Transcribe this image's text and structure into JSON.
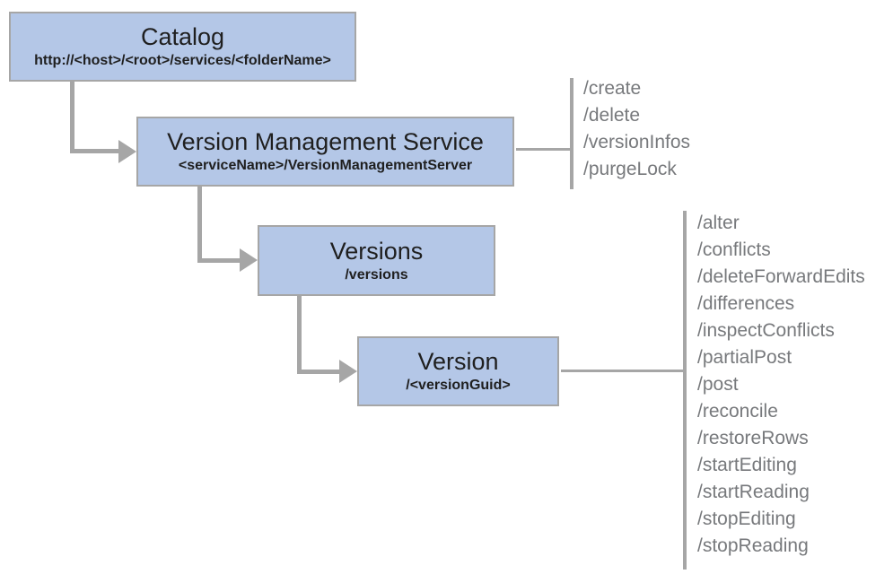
{
  "diagram": {
    "nodes": {
      "catalog": {
        "title": "Catalog",
        "subtitle": "http://<host>/<root>/services/<folderName>"
      },
      "version_management_service": {
        "title": "Version Management Service",
        "subtitle": "<serviceName>/VersionManagementServer",
        "operations": [
          "/create",
          "/delete",
          "/versionInfos",
          "/purgeLock"
        ]
      },
      "versions": {
        "title": "Versions",
        "subtitle": "/versions"
      },
      "version": {
        "title": "Version",
        "subtitle": "/<versionGuid>",
        "operations": [
          "/alter",
          "/conflicts",
          "/deleteForwardEdits",
          "/differences",
          "/inspectConflicts",
          "/partialPost",
          "/post",
          "/reconcile",
          "/restoreRows",
          "/startEditing",
          "/startReading",
          "/stopEditing",
          "/stopReading"
        ]
      }
    },
    "colors": {
      "node_fill": "#b4c7e7",
      "node_border": "#a6a6a6",
      "connector": "#a6a6a6",
      "op_text": "#77797c",
      "title_text": "#1f1f1f"
    }
  }
}
